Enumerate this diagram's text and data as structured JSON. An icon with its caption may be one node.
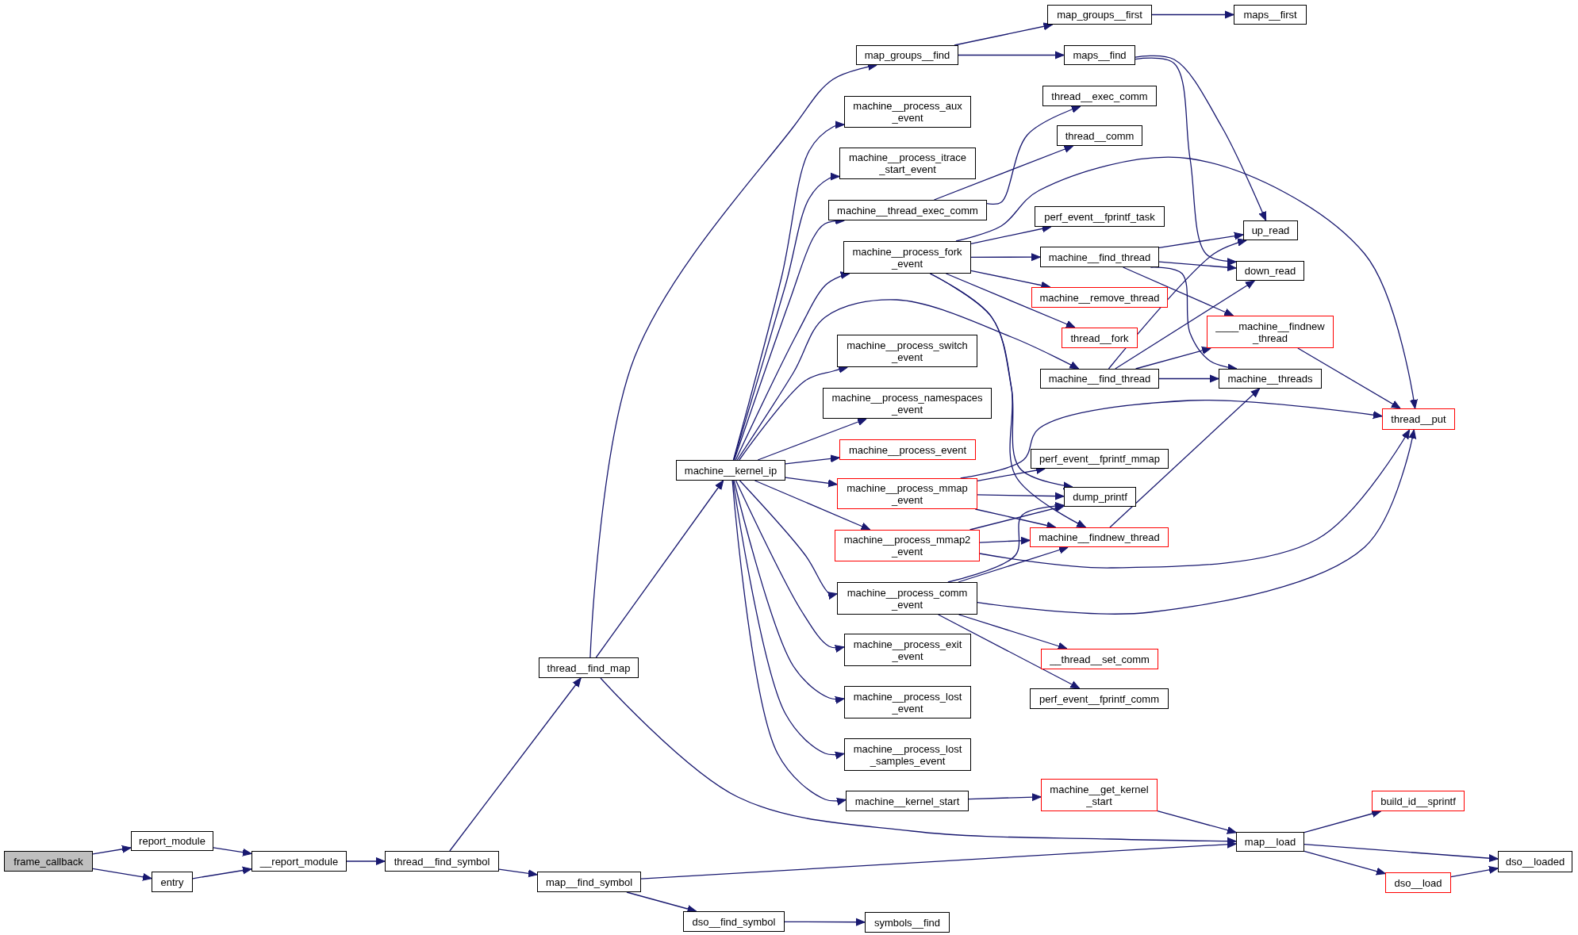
{
  "diagram": {
    "nodes": [
      {
        "text": [
          "frame_callback"
        ]
      },
      {
        "text": [
          "report_module"
        ]
      },
      {
        "text": [
          "entry"
        ]
      },
      {
        "text": [
          "__report_module"
        ]
      },
      {
        "text": [
          "thread__find_symbol"
        ]
      },
      {
        "text": [
          "thread__find_map"
        ]
      },
      {
        "text": [
          "map__find_symbol"
        ]
      },
      {
        "text": [
          "dso__find_symbol"
        ]
      },
      {
        "text": [
          "symbols__find"
        ]
      },
      {
        "text": [
          "machine__kernel_ip"
        ]
      },
      {
        "text": [
          "map_groups__find"
        ]
      },
      {
        "text": [
          "map_groups__first"
        ]
      },
      {
        "text": [
          "maps__first"
        ]
      },
      {
        "text": [
          "maps__find"
        ]
      },
      {
        "text": [
          "machine__process_aux _event"
        ]
      },
      {
        "text": [
          "machine__process_itrace _start_event"
        ]
      },
      {
        "text": [
          "machine__thread_exec_comm"
        ]
      },
      {
        "text": [
          "thread__exec_comm"
        ]
      },
      {
        "text": [
          "thread__comm"
        ]
      },
      {
        "text": [
          "machine__process_fork _event"
        ]
      },
      {
        "text": [
          "perf_event__fprintf_task"
        ]
      },
      {
        "text": [
          "machine__find_thread"
        ]
      },
      {
        "text": [
          "up_read"
        ]
      },
      {
        "text": [
          "down_read"
        ]
      },
      {
        "text": [
          "machine__remove_thread"
        ]
      },
      {
        "text": [
          "thread__fork"
        ]
      },
      {
        "text": [
          "____machine__findnew _thread"
        ]
      },
      {
        "text": [
          "machine__find_thread"
        ]
      },
      {
        "text": [
          "machine__threads"
        ]
      },
      {
        "text": [
          "machine__process_switch _event"
        ]
      },
      {
        "text": [
          "machine__process_namespaces _event"
        ]
      },
      {
        "text": [
          "machine__process_event"
        ]
      },
      {
        "text": [
          "thread__put"
        ]
      },
      {
        "text": [
          "perf_event__fprintf_mmap"
        ]
      },
      {
        "text": [
          "machine__process_mmap _event"
        ]
      },
      {
        "text": [
          "dump_printf"
        ]
      },
      {
        "text": [
          "machine__process_mmap2 _event"
        ]
      },
      {
        "text": [
          "machine__findnew_thread"
        ]
      },
      {
        "text": [
          "machine__process_comm _event"
        ]
      },
      {
        "text": [
          "__thread__set_comm"
        ]
      },
      {
        "text": [
          "perf_event__fprintf_comm"
        ]
      },
      {
        "text": [
          "machine__process_exit _event"
        ]
      },
      {
        "text": [
          "machine__process_lost _event"
        ]
      },
      {
        "text": [
          "machine__process_lost _samples_event"
        ]
      },
      {
        "text": [
          "machine__kernel_start"
        ]
      },
      {
        "text": [
          "machine__get_kernel _start"
        ]
      },
      {
        "text": [
          "map__load"
        ]
      },
      {
        "text": [
          "build_id__sprintf"
        ]
      },
      {
        "text": [
          "dso__loaded"
        ]
      },
      {
        "text": [
          "dso__load"
        ]
      }
    ],
    "edges": [
      {
        "from": 0,
        "to": 1,
        "arrow": "to"
      },
      {
        "from": 0,
        "to": 2,
        "arrow": "to"
      },
      {
        "from": 1,
        "to": 3,
        "arrow": "to"
      },
      {
        "from": 2,
        "to": 3,
        "arrow": "to"
      },
      {
        "from": 3,
        "to": 4,
        "arrow": "to"
      },
      {
        "from": 4,
        "to": 5,
        "arrow": "to"
      },
      {
        "from": 4,
        "to": 6,
        "arrow": "to"
      },
      {
        "from": 5,
        "to": 10,
        "arrow": "to"
      },
      {
        "from": 5,
        "to": 9,
        "arrow": "to"
      },
      {
        "from": 5,
        "to": 46,
        "arrow": "to"
      },
      {
        "from": 6,
        "to": 46,
        "arrow": "to"
      },
      {
        "from": 6,
        "to": 7,
        "arrow": "to"
      },
      {
        "from": 7,
        "to": 8,
        "arrow": "to"
      },
      {
        "from": 9,
        "to": 14,
        "arrow": "to"
      },
      {
        "from": 9,
        "to": 15,
        "arrow": "to"
      },
      {
        "from": 9,
        "to": 16,
        "arrow": "to"
      },
      {
        "from": 9,
        "to": 19,
        "arrow": "to"
      },
      {
        "from": 9,
        "to": 27,
        "arrow": "to"
      },
      {
        "from": 9,
        "to": 29,
        "arrow": "to"
      },
      {
        "from": 9,
        "to": 30,
        "arrow": "to"
      },
      {
        "from": 9,
        "to": 31,
        "arrow": "to"
      },
      {
        "from": 9,
        "to": 34,
        "arrow": "to"
      },
      {
        "from": 9,
        "to": 36,
        "arrow": "to"
      },
      {
        "from": 9,
        "to": 38,
        "arrow": "to"
      },
      {
        "from": 9,
        "to": 41,
        "arrow": "to"
      },
      {
        "from": 9,
        "to": 42,
        "arrow": "to"
      },
      {
        "from": 9,
        "to": 43,
        "arrow": "to"
      },
      {
        "from": 9,
        "to": 44,
        "arrow": "to"
      },
      {
        "from": 10,
        "to": 11,
        "arrow": "to"
      },
      {
        "from": 10,
        "to": 13,
        "arrow": "to"
      },
      {
        "from": 11,
        "to": 12,
        "arrow": "to"
      },
      {
        "from": 13,
        "to": 22,
        "arrow": "to"
      },
      {
        "from": 13,
        "to": 23,
        "arrow": "to"
      },
      {
        "from": 16,
        "to": 17,
        "arrow": "to"
      },
      {
        "from": 16,
        "to": 18,
        "arrow": "to"
      },
      {
        "from": 19,
        "to": 32,
        "arrow": "to"
      },
      {
        "from": 19,
        "to": 20,
        "arrow": "to"
      },
      {
        "from": 19,
        "to": 21,
        "arrow": "to"
      },
      {
        "from": 19,
        "to": 24,
        "arrow": "to"
      },
      {
        "from": 19,
        "to": 25,
        "arrow": "to"
      },
      {
        "from": 19,
        "to": 35,
        "arrow": "to"
      },
      {
        "from": 19,
        "to": 37,
        "arrow": "to"
      },
      {
        "from": 21,
        "to": 22,
        "arrow": "to"
      },
      {
        "from": 21,
        "to": 23,
        "arrow": "to"
      },
      {
        "from": 21,
        "to": 26,
        "arrow": "to"
      },
      {
        "from": 21,
        "to": 28,
        "arrow": "to"
      },
      {
        "from": 27,
        "to": 22,
        "arrow": "to"
      },
      {
        "from": 27,
        "to": 23,
        "arrow": "to"
      },
      {
        "from": 27,
        "to": 26,
        "arrow": "to"
      },
      {
        "from": 27,
        "to": 28,
        "arrow": "to"
      },
      {
        "from": 26,
        "to": 32,
        "arrow": "to"
      },
      {
        "from": 34,
        "to": 33,
        "arrow": "to"
      },
      {
        "from": 34,
        "to": 35,
        "arrow": "to"
      },
      {
        "from": 34,
        "to": 37,
        "arrow": "to"
      },
      {
        "from": 34,
        "to": 32,
        "arrow": "to"
      },
      {
        "from": 36,
        "to": 35,
        "arrow": "to"
      },
      {
        "from": 36,
        "to": 37,
        "arrow": "to"
      },
      {
        "from": 36,
        "to": 32,
        "arrow": "to"
      },
      {
        "from": 38,
        "to": 35,
        "arrow": "to"
      },
      {
        "from": 38,
        "to": 37,
        "arrow": "to"
      },
      {
        "from": 38,
        "to": 32,
        "arrow": "to"
      },
      {
        "from": 38,
        "to": 39,
        "arrow": "to"
      },
      {
        "from": 38,
        "to": 40,
        "arrow": "to"
      },
      {
        "from": 37,
        "to": 28,
        "arrow": "to"
      },
      {
        "from": 44,
        "to": 45,
        "arrow": "to"
      },
      {
        "from": 45,
        "to": 46,
        "arrow": "to"
      },
      {
        "from": 46,
        "to": 47,
        "arrow": "to"
      },
      {
        "from": 46,
        "to": 48,
        "arrow": "to"
      },
      {
        "from": 46,
        "to": 49,
        "arrow": "to"
      },
      {
        "from": 49,
        "to": 48,
        "arrow": "to"
      }
    ]
  }
}
